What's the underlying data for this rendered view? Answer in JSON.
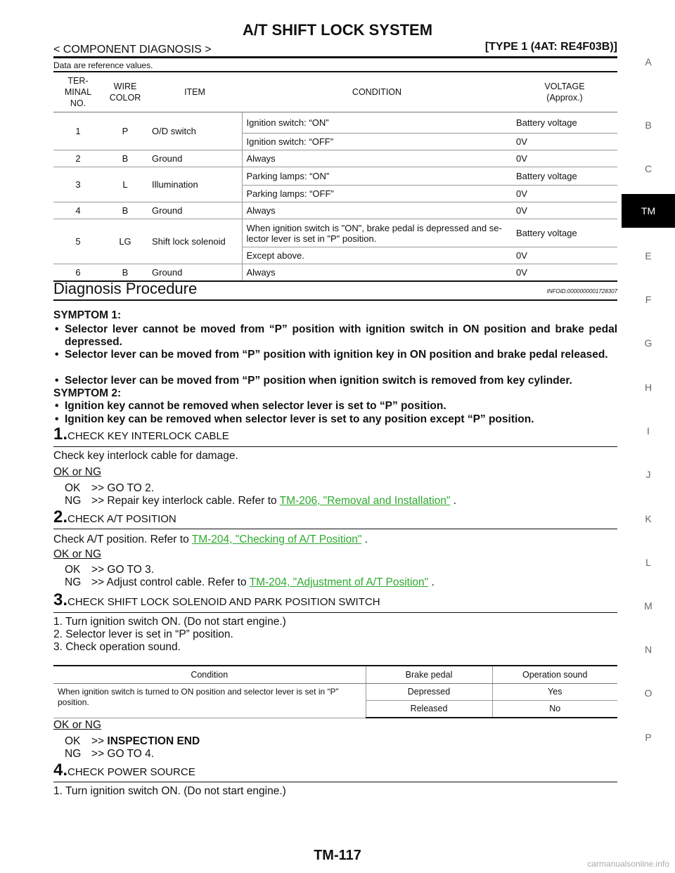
{
  "header": {
    "title": "A/T SHIFT LOCK SYSTEM",
    "breadcrumb": "< COMPONENT DIAGNOSIS >",
    "type_label": "[TYPE 1 (4AT: RE4F03B)]"
  },
  "note": "Data are reference values.",
  "terminal_table": {
    "headers": [
      "TER-\nMINAL\nNO.",
      "WIRE\nCOLOR",
      "ITEM",
      "CONDITION",
      "VOLTAGE\n(Approx.)"
    ],
    "rows": [
      {
        "terminal": "1",
        "color": "P",
        "item": "O/D switch",
        "conditions": [
          {
            "condition": "Ignition switch: “ON”",
            "voltage": "Battery voltage"
          },
          {
            "condition": "Ignition switch: “OFF”",
            "voltage": "0V"
          }
        ]
      },
      {
        "terminal": "2",
        "color": "B",
        "item": "Ground",
        "conditions": [
          {
            "condition": "Always",
            "voltage": "0V"
          }
        ]
      },
      {
        "terminal": "3",
        "color": "L",
        "item": "Illumination",
        "conditions": [
          {
            "condition": "Parking lamps: “ON”",
            "voltage": "Battery voltage"
          },
          {
            "condition": "Parking lamps: “OFF”",
            "voltage": "0V"
          }
        ]
      },
      {
        "terminal": "4",
        "color": "B",
        "item": "Ground",
        "conditions": [
          {
            "condition": "Always",
            "voltage": "0V"
          }
        ]
      },
      {
        "terminal": "5",
        "color": "LG",
        "item": "Shift lock solenoid",
        "conditions": [
          {
            "condition": "When ignition switch is \"ON\", brake pedal is depressed and se-\nlector lever is set in \"P\" position.",
            "voltage": "Battery voltage"
          },
          {
            "condition": "Except above.",
            "voltage": "0V"
          }
        ]
      },
      {
        "terminal": "6",
        "color": "B",
        "item": "Ground",
        "conditions": [
          {
            "condition": "Always",
            "voltage": "0V"
          }
        ]
      }
    ]
  },
  "section": {
    "title": "Diagnosis Procedure",
    "infoid": "INFOID:0000000001728307"
  },
  "symptoms": {
    "s1_heading": "SYMPTOM 1:",
    "s1_items": [
      "Selector lever cannot be moved from “P” position with ignition switch in ON position and brake pedal depressed.",
      "Selector lever can be moved from “P” position with ignition key in ON position and brake pedal released.",
      "Selector lever can be moved from “P” position when ignition switch is removed from key cylinder."
    ],
    "s2_heading": "SYMPTOM 2:",
    "s2_items": [
      "Ignition key cannot be removed when selector lever is set to “P” position.",
      "Ignition key can be removed when selector lever is set to any position except “P” position."
    ]
  },
  "steps": {
    "s1": {
      "num": "1.",
      "title": "CHECK KEY INTERLOCK CABLE",
      "body": "Check key interlock cable for damage.",
      "ok_ng": "OK or NG",
      "ok_label": "OK",
      "ok_text": ">> GO TO 2.",
      "ng_label": "NG",
      "ng_text": ">> Repair key interlock cable. Refer to",
      "ng_link": "TM-206, \"Removal and Installation\"",
      "ng_end": "."
    },
    "s2": {
      "num": "2.",
      "title": "CHECK A/T POSITION",
      "body": "Check A/T position. Refer to",
      "body_link": "TM-204, \"Checking of A/T Position\"",
      "body_end": ".",
      "ok_ng": "OK or NG",
      "ok_label": "OK",
      "ok_text": ">> GO TO 3.",
      "ng_label": "NG",
      "ng_text": ">> Adjust control cable. Refer to",
      "ng_link": "TM-204, \"Adjustment of A/T Position\"",
      "ng_end": "."
    },
    "s3": {
      "num": "3.",
      "title": "CHECK SHIFT LOCK SOLENOID AND PARK POSITION SWITCH",
      "lines": [
        "1. Turn ignition switch ON. (Do not start engine.)",
        "2. Selector lever is set in “P” position.",
        "3. Check operation sound."
      ],
      "table_headers": [
        "Condition",
        "Brake pedal",
        "Operation sound"
      ],
      "table_condition": "When ignition switch is turned to ON position and selector lever is set in “P” position.",
      "table_rows": [
        {
          "pedal": "Depressed",
          "sound": "Yes"
        },
        {
          "pedal": "Released",
          "sound": "No"
        }
      ],
      "ok_ng": "OK or NG",
      "ok_label": "OK",
      "ok_prefix": ">>",
      "ok_text": "INSPECTION END",
      "ng_label": "NG",
      "ng_text": ">> GO TO 4."
    },
    "s4": {
      "num": "4.",
      "title": "CHECK POWER SOURCE",
      "lines": [
        "1. Turn ignition switch ON. (Do not start engine.)"
      ]
    }
  },
  "side_index": [
    "A",
    "B",
    "C",
    "TM",
    "E",
    "F",
    "G",
    "H",
    "I",
    "J",
    "K",
    "L",
    "M",
    "N",
    "O",
    "P"
  ],
  "side_active": "TM",
  "page_number": "TM-117",
  "watermark": "carmanualsonline.info"
}
